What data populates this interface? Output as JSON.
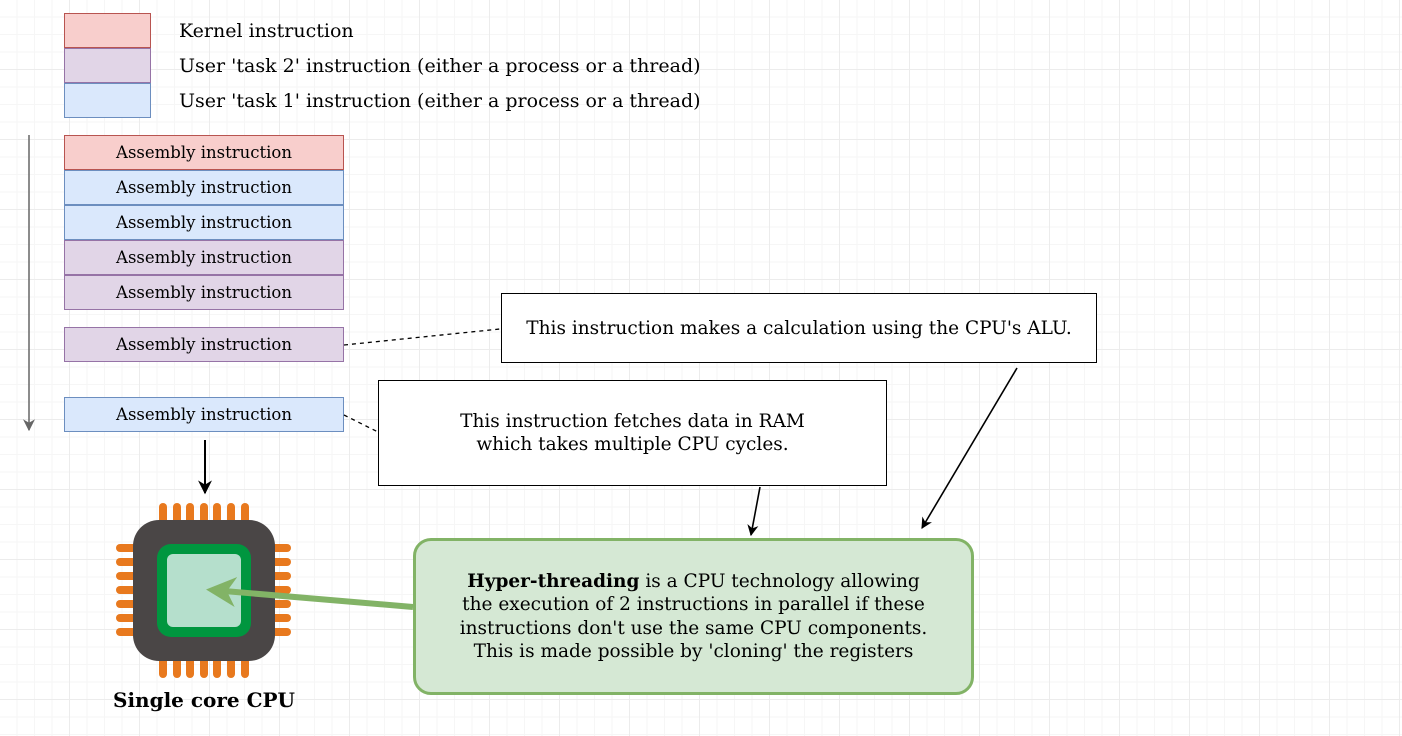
{
  "legend": [
    {
      "label": "Kernel instruction",
      "kind": "kernel"
    },
    {
      "label": "User 'task 2' instruction (either a process or a thread)",
      "kind": "task2"
    },
    {
      "label": "User 'task 1' instruction (either a process or a thread)",
      "kind": "task1"
    }
  ],
  "instructions": [
    {
      "label": "Assembly instruction",
      "kind": "kernel"
    },
    {
      "label": "Assembly instruction",
      "kind": "task1"
    },
    {
      "label": "Assembly instruction",
      "kind": "task1"
    },
    {
      "label": "Assembly instruction",
      "kind": "task2"
    },
    {
      "label": "Assembly instruction",
      "kind": "task2"
    },
    {
      "label": "Assembly instruction",
      "kind": "task2"
    },
    {
      "label": "Assembly instruction",
      "kind": "task1"
    }
  ],
  "notes": {
    "alu": "This instruction makes a calculation using the CPU's ALU.",
    "ram_line1": "This instruction fetches data in RAM",
    "ram_line2": "which takes multiple CPU cycles."
  },
  "hyperthreading": {
    "term": "Hyper-threading",
    "line1_rest": " is a CPU technology allowing",
    "line2": "the execution of 2 instructions in parallel if these",
    "line3": "instructions don't use the same CPU components.",
    "line4": "This is made possible by 'cloning' the  registers"
  },
  "cpu": {
    "label": "Single core CPU",
    "icon": "cpu-chip-icon"
  },
  "colors": {
    "kernel_fill": "#f8cecc",
    "kernel_stroke": "#b85450",
    "task1_fill": "#dae8fc",
    "task1_stroke": "#6c8ebf",
    "task2_fill": "#e1d5e7",
    "task2_stroke": "#9673a6",
    "highlight_fill": "#d5e8d4",
    "highlight_stroke": "#82b366",
    "cpu_body": "#4a4646",
    "cpu_pins": "#e8791e",
    "cpu_core": "#00963f"
  }
}
